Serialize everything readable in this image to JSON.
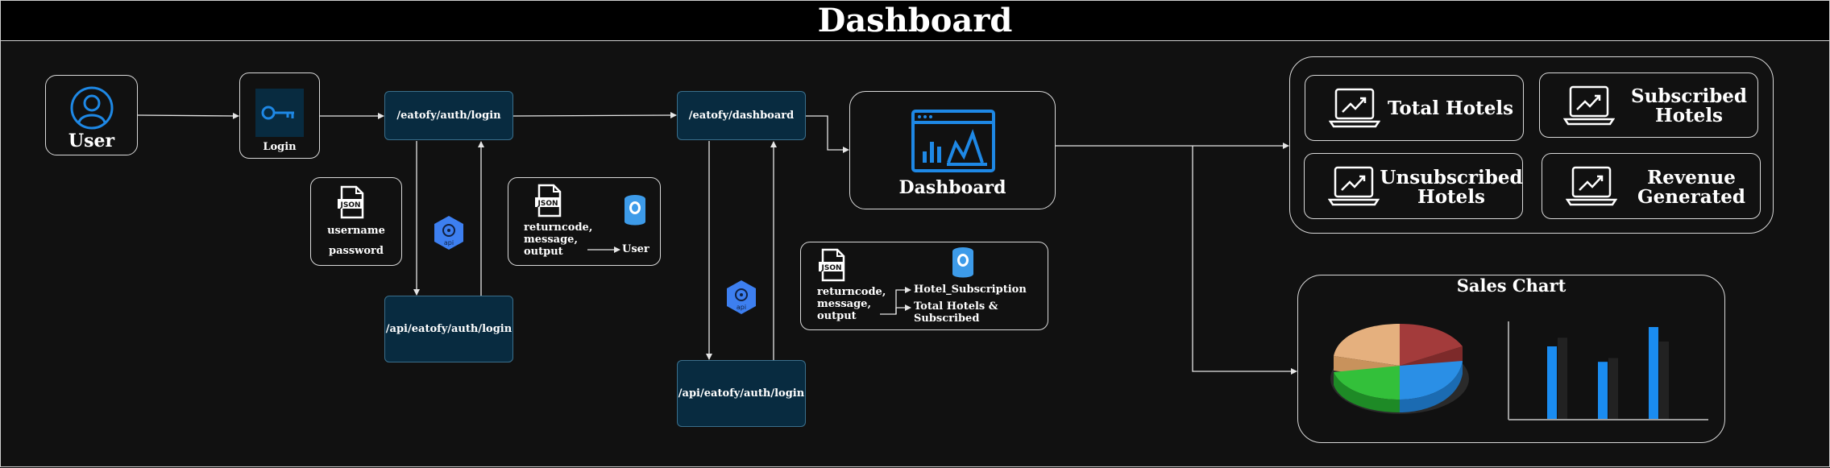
{
  "header": {
    "title": "Dashboard"
  },
  "user": {
    "label": "User"
  },
  "login": {
    "label": "Login"
  },
  "endpoints": {
    "auth_login": "/eatofy/auth/login",
    "api_auth_login": "/api/eatofy/auth/login",
    "dashboard": "/eatofy/dashboard",
    "api_auth_login_2": "/api/eatofy/auth/login"
  },
  "login_payload": {
    "field1": "username",
    "field2": "password"
  },
  "login_response": {
    "line1": "returncode,",
    "line2": "message,",
    "line3": "output",
    "target": "User"
  },
  "dashboard_response": {
    "line1": "returncode,",
    "line2": "message,",
    "line3": "output",
    "target1": "Hotel_Subscription",
    "target2": "Total Hotels &",
    "target3": "Subscribed"
  },
  "dashboard_node": {
    "label": "Dashboard"
  },
  "stats": {
    "total_hotels": "Total Hotels",
    "subscribed_1": "Subscribed",
    "subscribed_2": "Hotels",
    "unsubscribed_1": "Unsubscribed",
    "unsubscribed_2": "Hotels",
    "revenue_1": "Revenue",
    "revenue_2": "Generated"
  },
  "sales": {
    "title": "Sales Chart"
  },
  "icons": {
    "json": "json-file-icon",
    "api": "api-hexagon-icon",
    "db": "postgres-database-icon"
  },
  "colors": {
    "accent": "#1e88e5",
    "endpoint_bg": "#082b40",
    "background": "#111111"
  },
  "chart_data": {
    "type": "bar",
    "bar_values": [
      0.75,
      0.59,
      0.95
    ],
    "shadow_values": [
      0.84,
      0.63,
      0.8
    ],
    "pie_slices": [
      0.3,
      0.22,
      0.25,
      0.23
    ]
  }
}
